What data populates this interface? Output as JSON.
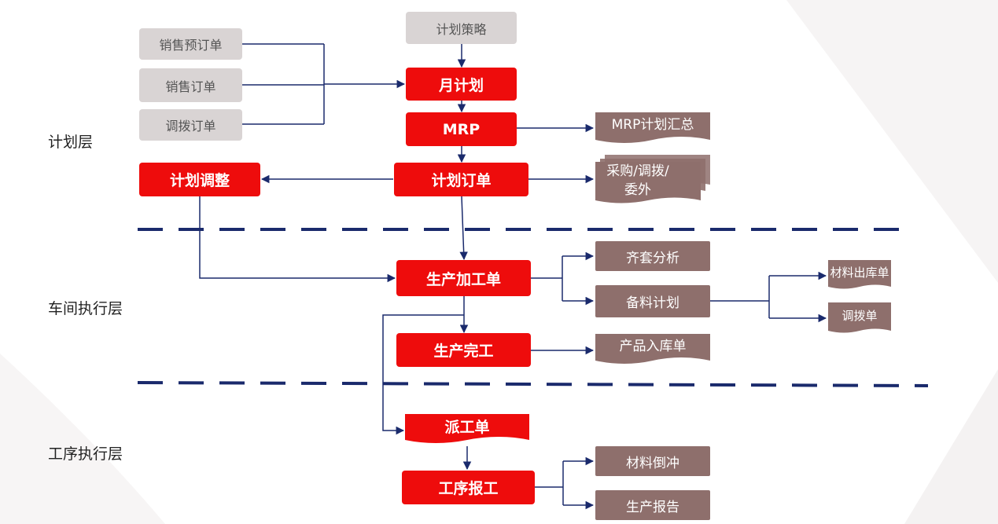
{
  "layers": {
    "plan": "计划层",
    "workshop": "车间执行层",
    "process": "工序执行层"
  },
  "inputs": {
    "sales_forecast": "销售预订单",
    "sales_order": "销售订单",
    "transfer_order": "调拨订单",
    "plan_strategy": "计划策略"
  },
  "core": {
    "monthly_plan": "月计划",
    "mrp": "MRP",
    "planned_order": "计划订单",
    "plan_adjust": "计划调整",
    "production_order": "生产加工单",
    "production_complete": "生产完工",
    "dispatch_order": "派工单",
    "process_report": "工序报工"
  },
  "outputs": {
    "mrp_summary": "MRP计划汇总",
    "purchase_line1": "采购/调拨/",
    "purchase_line2": "委外",
    "kit_analysis": "齐套分析",
    "material_plan": "备料计划",
    "material_issue": "材料出库单",
    "transfer_doc": "调拨单",
    "product_receipt": "产品入库单",
    "backflush": "材料倒冲",
    "production_report": "生产报告"
  },
  "colors": {
    "red": "#ee0c0c",
    "gray": "#d9d4d4",
    "brown": "#8e6f6c",
    "navy": "#1a2a6c"
  }
}
